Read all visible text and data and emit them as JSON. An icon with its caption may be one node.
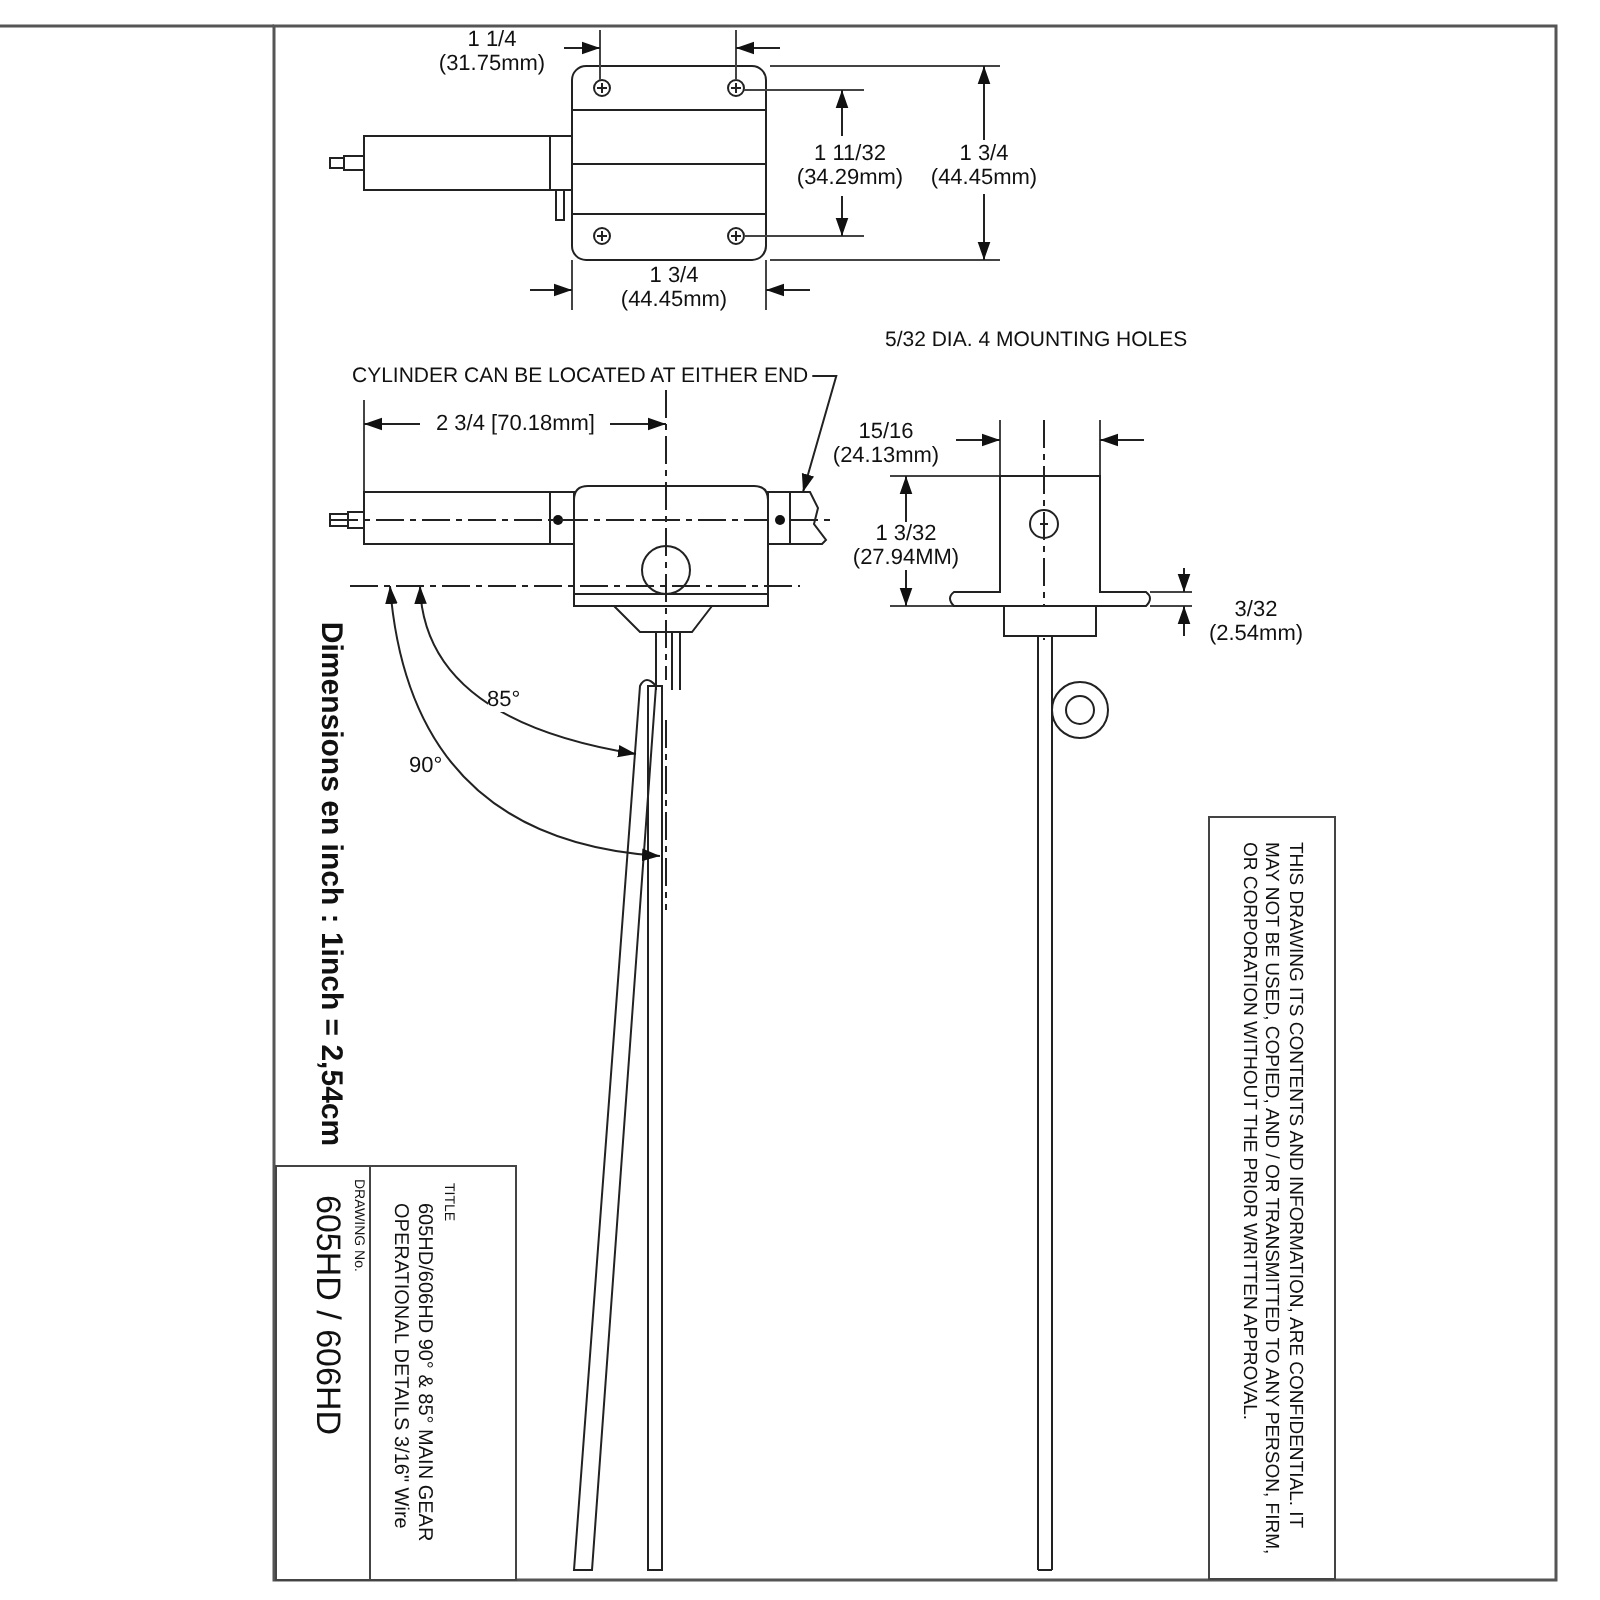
{
  "diagram": {
    "nodes": [
      {
        "text": [
          "CYLINDER CAN BE LOCATED AT EITHER END"
        ]
      },
      {
        "text": [
          "THIS DRAWING ITS CONTENTS AND INFORMATION, ARE CONFIDENTIAL. IT MAY NOT BE USED, COPIED, AND / OR TRANSMITTED TO ANY PERSON, FIRM, OR CORPORATION WITHOUT THE PRIOR WRITTEN APPROVAL."
        ]
      },
      {
        "text": [
          "TITLE",
          "605HD/606HD 90° & 85° MAIN GEAR OPERATIONAL DETAILS 3/16\" Wire",
          "DRAWING No.",
          "605HD / 606HD"
        ]
      },
      {
        "text": [],
        "shape": "box"
      }
    ],
    "edges": [
      {
        "from": 0,
        "to": 3,
        "arrow": "to"
      }
    ],
    "labels": [
      "1 1/4 (31.75mm)",
      "1 11/32 (34.29mm)",
      "1 3/4 (44.45mm)",
      "1 3/4 (44.45mm)",
      "5/32 DIA. 4 MOUNTING HOLES",
      "2 3/4 [70.18mm]",
      "15/16 (24.13mm)",
      "1 3/32 (27.94MM)",
      "3/32 (2.54mm)",
      "85°",
      "90°",
      "Dimensions en inch : 1inch = 2,54cm"
    ]
  }
}
